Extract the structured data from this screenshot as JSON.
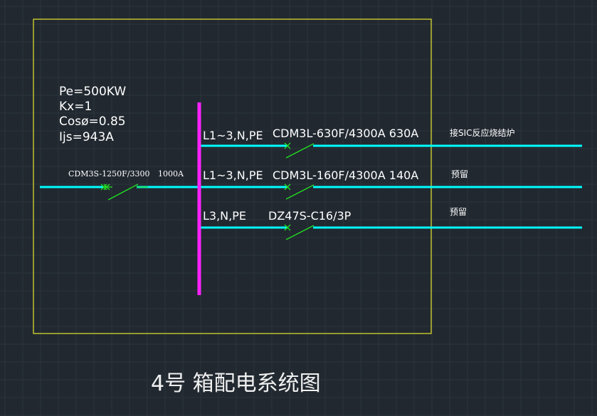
{
  "title": "4号 箱配电系统图",
  "params": [
    "Pe=500KW",
    "Kx=1",
    "Cosø=0.85",
    "Ijs=943A"
  ],
  "incoming": {
    "breaker": "CDM3S-1250F/3300",
    "rating": "1000A"
  },
  "circuits": [
    {
      "phases": "L1~3,N,PE",
      "breaker": "CDM3L-630F/4300A 630A",
      "load": "接SIC反应烧结炉"
    },
    {
      "phases": "L1~3,N,PE",
      "breaker": "CDM3L-160F/4300A 140A",
      "load": "预留"
    },
    {
      "phases": "L3,N,PE",
      "breaker": "DZ47S-C16/3P",
      "load": "预留"
    }
  ],
  "colors": {
    "background": "#212830",
    "grid": "#2c333d",
    "frame": "#e6e62a",
    "busbar": "#ff22ff",
    "line": "#00ffff",
    "breaker": "#22e022",
    "text": "#ffffff"
  }
}
